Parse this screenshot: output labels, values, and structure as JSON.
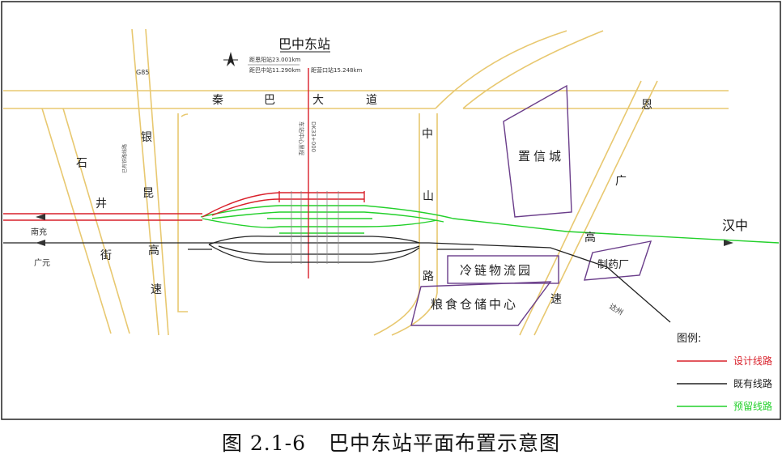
{
  "station": {
    "name": "巴中东站",
    "dist_left_1": "距恩阳站23.001km",
    "dist_left_2": "距巴中站11.290km",
    "dist_right": "距营口站15.248km",
    "centerline_1": "车站中心里程",
    "centerline_2": "DK33+000"
  },
  "roads": {
    "g85": "G85",
    "qinba": [
      "秦",
      "巴",
      "大",
      "道"
    ],
    "yinkun": [
      "银",
      "昆",
      "高",
      "速"
    ],
    "shijing": [
      "石",
      "井",
      "街"
    ],
    "zhongshan": [
      "中",
      "山",
      "路"
    ],
    "enguang": [
      "恩",
      "广",
      "高",
      "速"
    ],
    "west_note": "已有铁路线路"
  },
  "places": {
    "zhixin": "置信城",
    "lenglian": "冷链物流园",
    "liangshi": "粮食仓储中心",
    "zhiyao": "制药厂"
  },
  "directions": {
    "hanzhong": "汉中",
    "nanchong": "南充",
    "guangyuan": "广元",
    "dazhou": "达州"
  },
  "legend": {
    "title": "图例:",
    "designed": "设计线路",
    "existing": "既有线路",
    "reserved": "预留线路"
  },
  "colors": {
    "designed": "#d9202a",
    "existing": "#222222",
    "reserved": "#22d02a",
    "road": "#e8c870",
    "zone": "#6a3d8a"
  },
  "caption": {
    "number": "图 2.1-6",
    "title": "巴中东站平面布置示意图"
  }
}
